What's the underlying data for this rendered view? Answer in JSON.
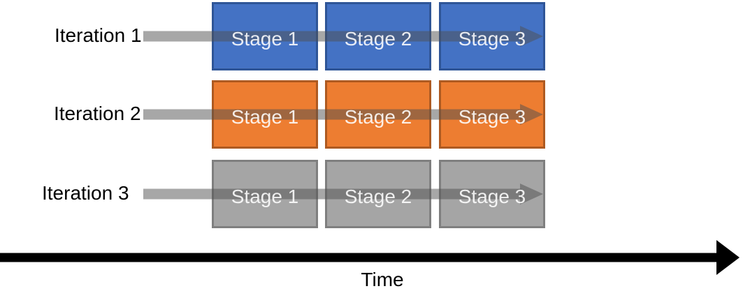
{
  "diagram": {
    "iterations": [
      {
        "label": "Iteration 1",
        "stages": [
          "Stage 1",
          "Stage 2",
          "Stage 3"
        ],
        "colors": {
          "fill": "#4472C4",
          "border": "#2F5597"
        }
      },
      {
        "label": "Iteration 2",
        "stages": [
          "Stage 1",
          "Stage 2",
          "Stage 3"
        ],
        "colors": {
          "fill": "#ED7D31",
          "border": "#AE5A21"
        }
      },
      {
        "label": "Iteration 3",
        "stages": [
          "Stage 1",
          "Stage 2",
          "Stage 3"
        ],
        "colors": {
          "fill": "#A5A5A5",
          "border": "#7F7F7F"
        }
      }
    ],
    "flow_arrow": {
      "color": "#505050",
      "opacity": 0.5
    },
    "time_axis": {
      "label": "Time",
      "color": "#000000"
    },
    "stage_text_color": "#FFFFFF",
    "label_text_color": "#000000"
  }
}
